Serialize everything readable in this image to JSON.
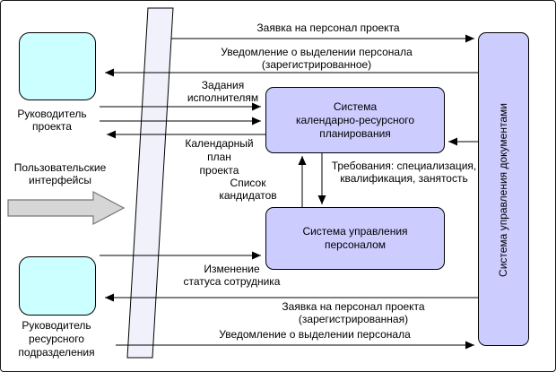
{
  "diagram": {
    "nodes": {
      "project_manager": {
        "label": [
          "Руководитель",
          "проекта"
        ],
        "fill": "#ccffff"
      },
      "resource_manager": {
        "label": [
          "Руководитель",
          "ресурсного",
          "подразделения"
        ],
        "fill": "#ccffff"
      },
      "user_interfaces": {
        "label": [
          "Пользовательские",
          "интерфейсы"
        ]
      },
      "planning_system": {
        "label": [
          "Система",
          "календарно-ресурсного",
          "планирования"
        ],
        "fill": "#ccccff"
      },
      "hr_system": {
        "label": [
          "Система управления",
          "персоналом"
        ],
        "fill": "#ccccff"
      },
      "doc_system": {
        "label": "Система управления документами",
        "fill": "#ccccff"
      }
    },
    "flows": [
      {
        "id": "staff-request",
        "from": "project_manager",
        "to": "doc_system",
        "label": [
          "Заявка на персонал проекта"
        ]
      },
      {
        "id": "allocation-notice-registered",
        "from": "doc_system",
        "to": "project_manager",
        "label": [
          "Уведомление о выделении персонала",
          "(зарегистрированное)"
        ]
      },
      {
        "id": "tasks-to-executors",
        "from": "project_manager",
        "to": "planning_system",
        "label": [
          "Задания",
          "исполнителям"
        ]
      },
      {
        "id": "calendar-plan",
        "from": "planning_system",
        "to": "project_manager",
        "label": [
          "Календарный",
          "план",
          "проекта"
        ]
      },
      {
        "id": "doc-to-planning",
        "from": "doc_system",
        "to": "planning_system",
        "label": []
      },
      {
        "id": "requirements",
        "from": "planning_system",
        "to": "hr_system",
        "label": [
          "Требования: специализация,",
          "квалификация, занятость"
        ]
      },
      {
        "id": "candidate-list",
        "from": "hr_system",
        "to": "planning_system",
        "label": [
          "Список",
          "кандидатов"
        ]
      },
      {
        "id": "employee-status-change",
        "from": "resource_manager",
        "to": "hr_system",
        "label": [
          "Изменение",
          "статуса сотрудника"
        ]
      },
      {
        "id": "staff-request-registered",
        "from": "doc_system",
        "to": "resource_manager",
        "label": [
          "Заявка на персонал проекта",
          "(зарегистрированная)"
        ]
      },
      {
        "id": "allocation-notice",
        "from": "resource_manager",
        "to": "doc_system",
        "label": [
          "Уведомление о выделении персонала"
        ]
      }
    ],
    "colors": {
      "actor_fill": "#ccffff",
      "system_fill": "#ccccff",
      "plane_fill": "#f1f1fb",
      "block_arrow_fill": "#d6d6d6",
      "line": "#000000"
    }
  }
}
